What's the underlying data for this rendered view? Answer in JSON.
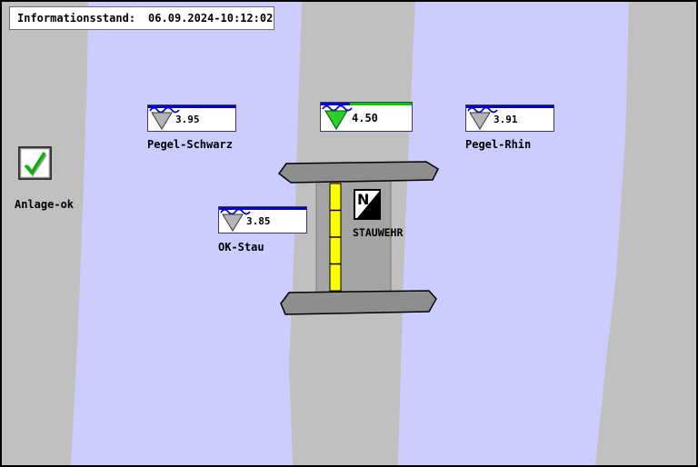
{
  "header": {
    "label": "Informationsstand:",
    "timestamp": "06.09.2024-10:12:02"
  },
  "status": {
    "label": "Anlage-ok",
    "state": "ok",
    "icon": "green-checkmark-icon"
  },
  "gauges": [
    {
      "id": "pegel-schwarz",
      "label": "Pegel-Schwarz",
      "value": "3.95",
      "state": "normal"
    },
    {
      "id": "stauwehr-pegel",
      "label": "",
      "value": "4.50",
      "state": "highlight-green"
    },
    {
      "id": "pegel-rhin",
      "label": "Pegel-Rhin",
      "value": "3.91",
      "state": "normal"
    },
    {
      "id": "ok-stau",
      "label": "OK-Stau",
      "value": "3.85",
      "state": "normal"
    }
  ],
  "weir": {
    "label": "STAUWEHR",
    "letter": "N",
    "icon": "n-flag-icon",
    "gate_indicator": "yellow-level-bar"
  },
  "icons": {
    "water_surface": "wave-line",
    "level_pointer": "down-triangle",
    "status_ok": "green-checkmark",
    "weir_mode": "n-flag"
  },
  "colors": {
    "background": "#c0c0c0",
    "river": "#ccccff",
    "water_line_blue": "#0000c8",
    "ok_green": "#00c800",
    "indicator_yellow": "#ffff00",
    "structure_gray": "#8e8e8e",
    "gauge_background": "#ffffff",
    "text": "#000000"
  }
}
